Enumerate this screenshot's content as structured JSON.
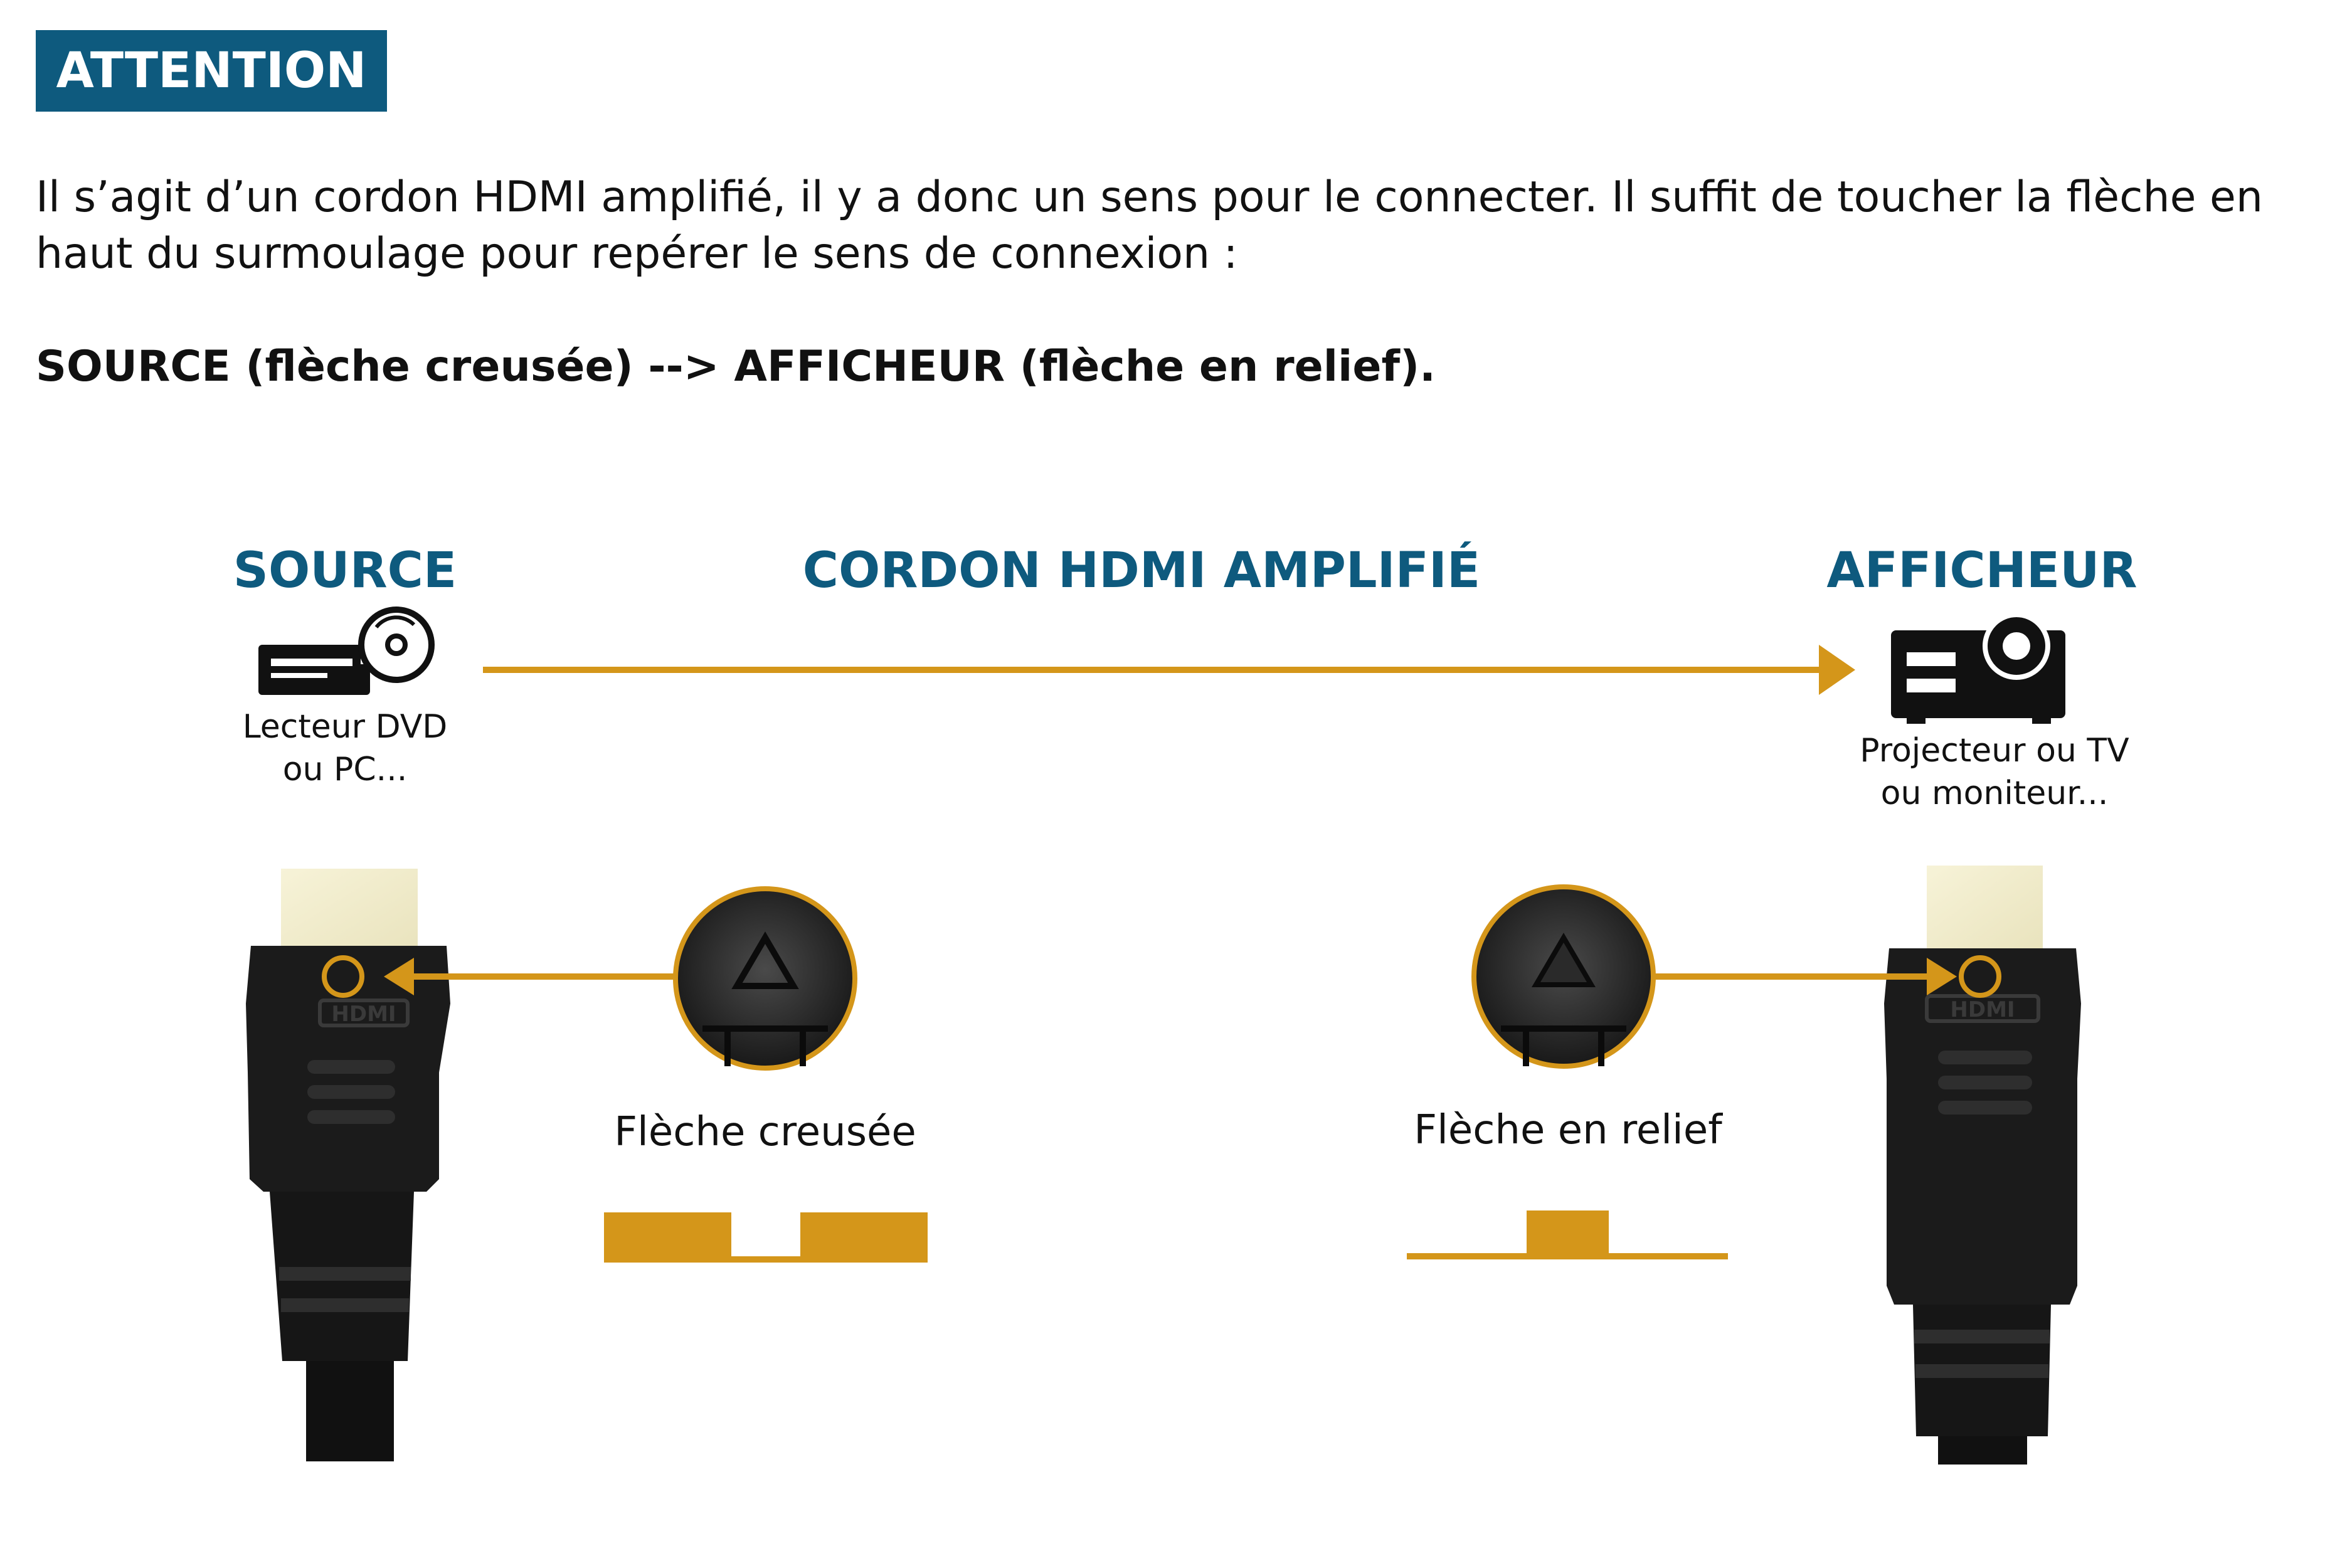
{
  "header": {
    "badge": "ATTENTION"
  },
  "intro": {
    "text": "Il s’agit d’un cordon HDMI amplifié, il y a donc un sens pour le connecter. Il suffit de toucher la flèche en haut du surmoulage pour repérer le sens de connexion :",
    "rule": "SOURCE (flèche creusée) --> AFFICHEUR (flèche en relief)."
  },
  "diagram": {
    "source_title": "SOURCE",
    "cable_title": "CORDON HDMI AMPLIFIÉ",
    "display_title": "AFFICHEUR",
    "source_caption_line1": "Lecteur DVD",
    "source_caption_line2": "ou PC...",
    "display_caption_line1": "Projecteur ou TV",
    "display_caption_line2": "ou moniteur...",
    "left_detail_label": "Flèche creusée",
    "right_detail_label": "Flèche en relief",
    "connector_logo_text": "HDMI",
    "source_icon": "dvd-player-icon",
    "display_icon": "projector-icon"
  },
  "colors": {
    "accent_blue": "#0e5a7e",
    "accent_gold": "#d4961a",
    "connector_black": "#1a1a1a",
    "text": "#111111"
  }
}
